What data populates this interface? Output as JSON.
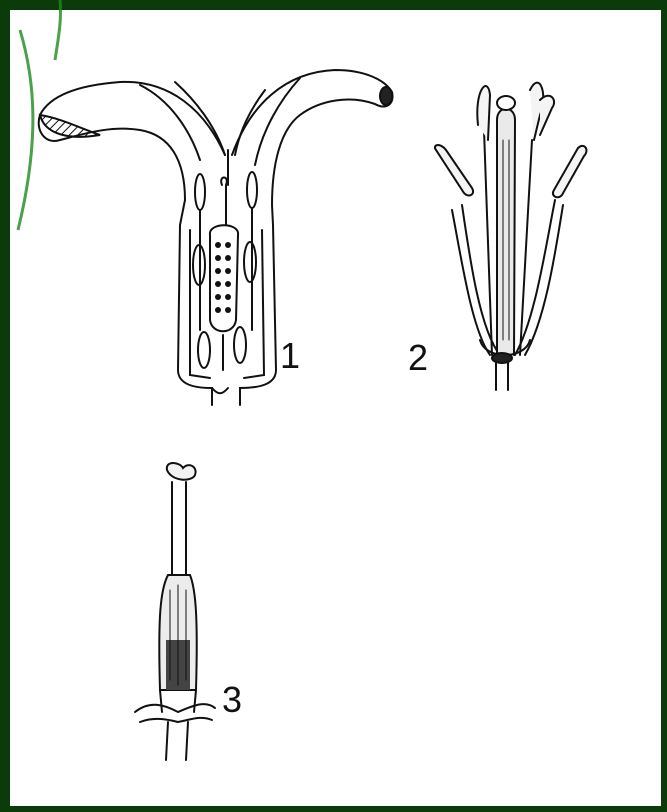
{
  "figure": {
    "labels": {
      "one": "1",
      "two": "2",
      "three": "3"
    },
    "colors": {
      "frame": "#0b3a0b",
      "background": "#ffffff",
      "ink": "#111111"
    }
  }
}
